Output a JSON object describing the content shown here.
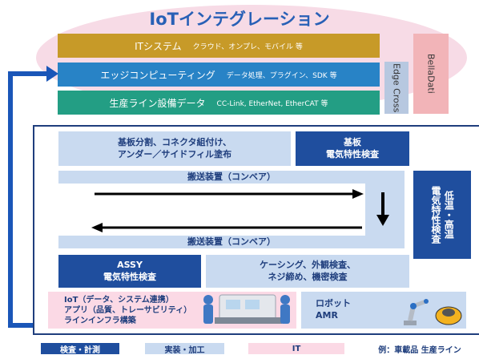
{
  "title": "IoTインテグレーション",
  "layers": {
    "it": {
      "main": "ITシステム",
      "sub": "クラウド、オンプレ、モバイル 等"
    },
    "edge": {
      "main": "エッジコンピューティング",
      "sub": "データ処理、プラグイン、SDK 等"
    },
    "line": {
      "main": "生産ライン設備データ",
      "sub": "CC-Link, EtherNet, EtherCAT 等"
    }
  },
  "edge_cross": "Edge Cross",
  "belladati": "BellaDati",
  "process": {
    "pcb_split_l1": "基板分割、コネクタ組付け、",
    "pcb_split_l2": "アンダー／サイドフィル塗布",
    "pcb_test_l1": "基板",
    "pcb_test_l2": "電気特性検査",
    "conveyor1": "搬送装置（コンベア）",
    "conveyor2": "搬送装置（コンベア）",
    "temp_test_l1": "電気特性検査",
    "temp_test_l2": "低温・高温",
    "assy_l1": "ASSY",
    "assy_l2": "電気特性検査",
    "casing_l1": "ケーシング、外観検査、",
    "casing_l2": "ネジ締め、機密検査"
  },
  "iot_box": {
    "l1": "IoT（データ、システム連携）",
    "l2": "アプリ（品質、トレーサビリティ）",
    "l3": "ラインインフラ構築"
  },
  "robot_box": {
    "l1": "ロボット",
    "l2": "AMR"
  },
  "legend": {
    "inspect": "検査・計測",
    "mount": "実装・加工",
    "it": "IT",
    "example": "例：車載品 生産ライン"
  },
  "colors": {
    "dark_blue": "#1f4e9e",
    "light_blue": "#c9daf0",
    "pink": "#fbd9e5",
    "it_gold": "#c79a28",
    "edge_blue": "#2883c6",
    "line_green": "#239e84"
  }
}
